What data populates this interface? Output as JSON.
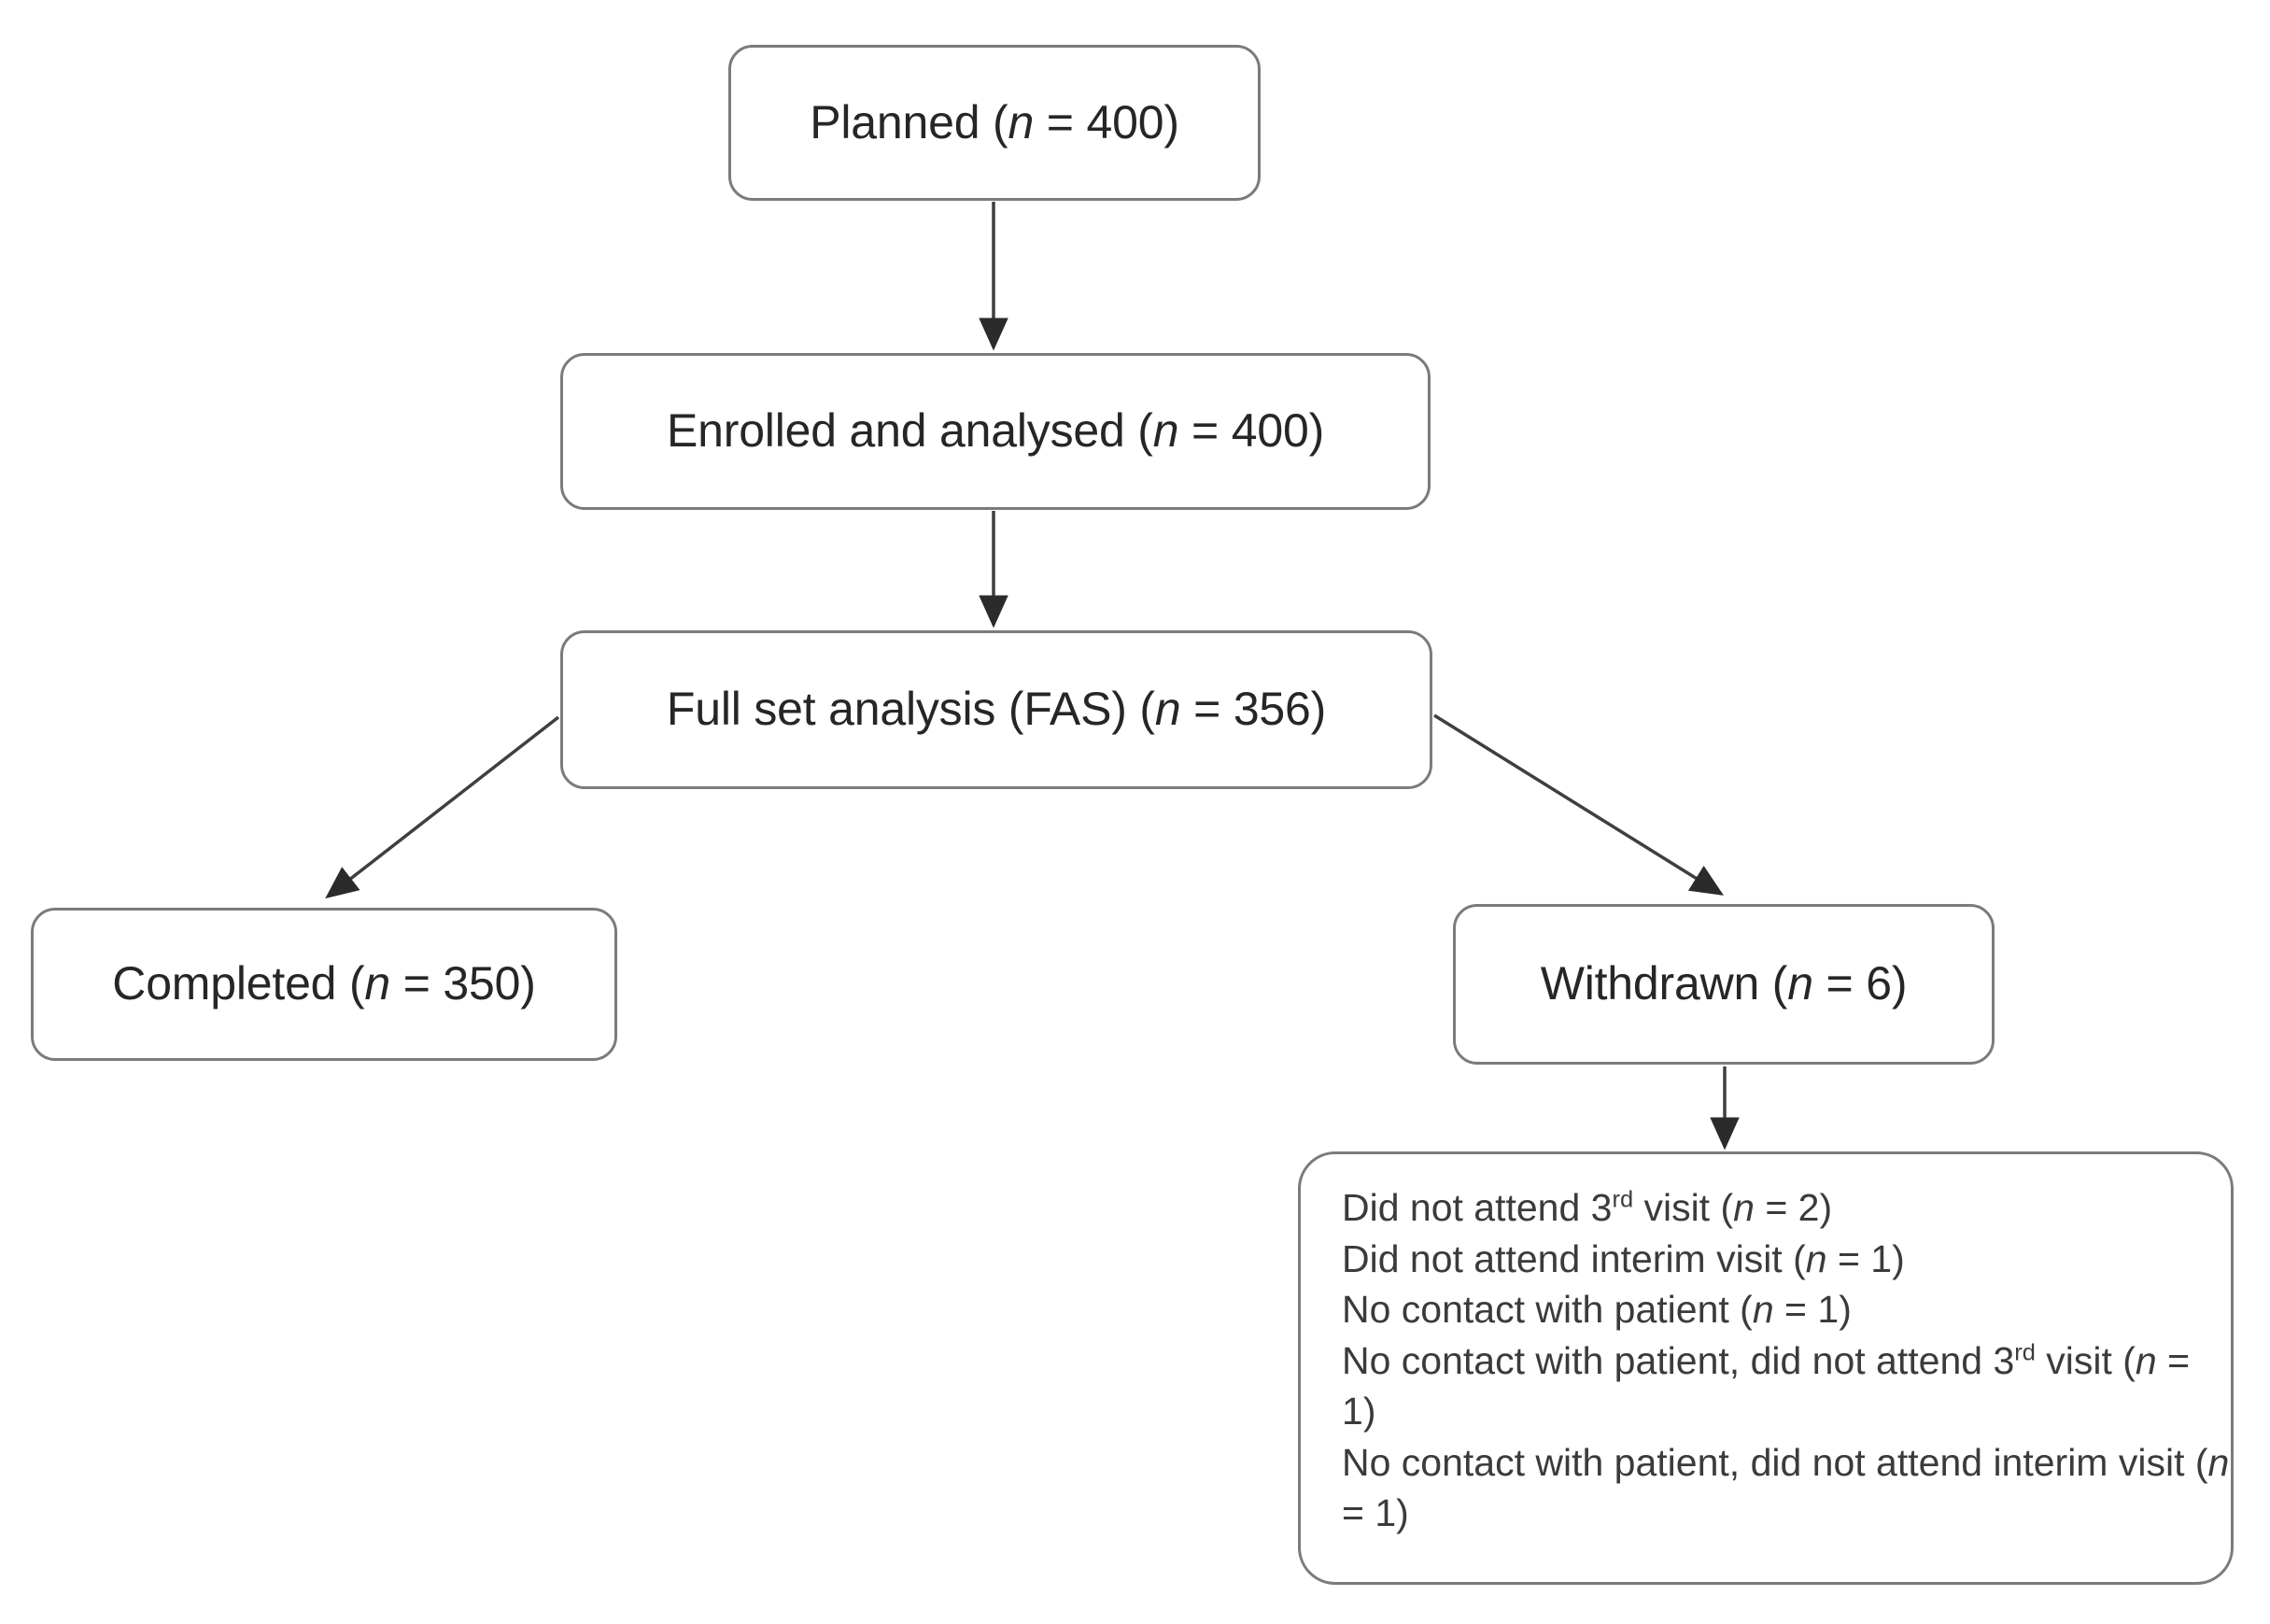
{
  "diagram": {
    "type": "flowchart",
    "title": "CONSORT-style participant flow diagram",
    "colors": {
      "box_border": "#7b7b7b",
      "box_fill": "#ffffff",
      "text": "#262626",
      "connector": "#3f3f3f"
    },
    "nodes": [
      {
        "id": "planned",
        "prefix": "Planned (",
        "var": "n",
        "eq": " = ",
        "value": "400",
        "suffix": ")"
      },
      {
        "id": "enrolled",
        "prefix": "Enrolled and analysed (",
        "var": "n",
        "eq": " = ",
        "value": "400",
        "suffix": ")"
      },
      {
        "id": "fas",
        "prefix": "Full set analysis (FAS) (",
        "var": "n",
        "eq": " = ",
        "value": "356",
        "suffix": ")"
      },
      {
        "id": "completed",
        "prefix": "Completed (",
        "var": "n",
        "eq": " = ",
        "value": "350",
        "suffix": ")"
      },
      {
        "id": "withdrawn",
        "prefix": "Withdrawn (",
        "var": "n",
        "eq": " = ",
        "value": "6",
        "suffix": ")"
      }
    ],
    "reasons": {
      "id": "withdrawal-reasons",
      "items": [
        {
          "text_before": "Did not attend 3",
          "ordinal": "rd",
          "text_after": " visit (",
          "var": "n",
          "eq": " = ",
          "value": "2",
          "suffix": ")"
        },
        {
          "text_before": "Did not attend interim visit (",
          "ordinal": "",
          "text_after": "",
          "var": "n",
          "eq": " = ",
          "value": "1",
          "suffix": ")"
        },
        {
          "text_before": "No contact with patient (",
          "ordinal": "",
          "text_after": "",
          "var": "n",
          "eq": " = ",
          "value": "1",
          "suffix": ")"
        },
        {
          "text_before": "No contact with patient, did not attend 3",
          "ordinal": "rd",
          "text_after": " visit (",
          "var": "n",
          "eq": " = ",
          "value": "1",
          "suffix": ")"
        },
        {
          "text_before": "No contact with patient, did not attend interim visit (",
          "ordinal": "",
          "text_after": "",
          "var": "n",
          "eq": " = ",
          "value": "1",
          "suffix": ")"
        }
      ]
    },
    "edges": [
      {
        "id": "planned-to-enrolled",
        "from": "planned",
        "to": "enrolled",
        "style": "vertical-arrow"
      },
      {
        "id": "enrolled-to-fas",
        "from": "enrolled",
        "to": "fas",
        "style": "vertical-arrow"
      },
      {
        "id": "fas-to-completed",
        "from": "fas",
        "to": "completed",
        "style": "diagonal-arrow"
      },
      {
        "id": "fas-to-withdrawn",
        "from": "fas",
        "to": "withdrawn",
        "style": "diagonal-arrow"
      },
      {
        "id": "withdrawn-to-reasons",
        "from": "withdrawn",
        "to": "reasons",
        "style": "vertical-arrow"
      }
    ]
  }
}
